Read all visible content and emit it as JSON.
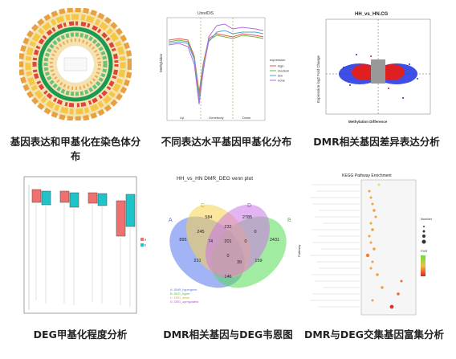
{
  "captions": [
    "基因表达和甲基化在染色体分布",
    "不同表达水平基因甲基化分布",
    "DMR相关基因差异表达分析",
    "DEG甲基化程度分析",
    "DMR相关基因与DEG韦恩图",
    "DMR与DEG交集基因富集分析"
  ],
  "line_panel": {
    "title": "UnrelDiS",
    "ylabel": "Methylation",
    "regions": [
      "Up",
      "Genebody",
      "Down"
    ],
    "legend_title": "expression",
    "legend": [
      "high",
      "medium",
      "low",
      "none"
    ],
    "colors": [
      "#e5554f",
      "#7bb342",
      "#4aa3d8",
      "#b46be0"
    ]
  },
  "volcano": {
    "title": "HH_vs_HN.CG",
    "ylabel": "Expression log2 Fold Change",
    "xlabel": "Methylation Difference"
  },
  "boxplot": {
    "legend": [
      "a",
      "b"
    ],
    "colors": [
      "#f07070",
      "#1fc3c8"
    ]
  },
  "venn": {
    "title": "HH_vs_HN DMR_DEG venn plot",
    "sets": [
      "A",
      "B",
      "C",
      "D"
    ],
    "counts": [
      "584",
      "2785",
      "895",
      "2431",
      "245",
      "232",
      "0",
      "74",
      "0",
      "201",
      "231",
      "0",
      "39",
      "159",
      "146"
    ],
    "legend": [
      "A: DMR_hypergene",
      "B: DEG_hyper",
      "C: DEG_down",
      "D: DEG_upregulated"
    ],
    "colors": [
      "#5577ee",
      "#55dd55",
      "#f5d24a",
      "#cc77e8"
    ]
  },
  "kegg": {
    "title": "KEGG Pathway Enrichment",
    "ylabel": "Pathway",
    "legend_size_title": "Number",
    "legend_color_title": "FDR"
  }
}
